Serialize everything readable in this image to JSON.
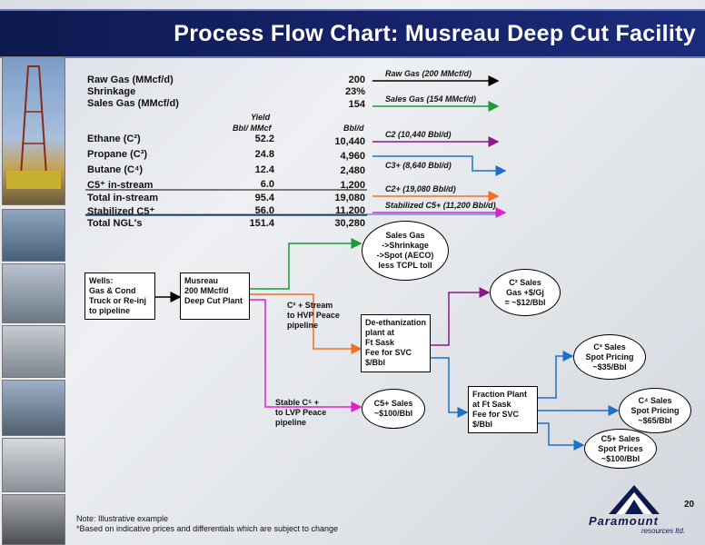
{
  "title": "Process Flow Chart: Musreau Deep Cut Facility",
  "gas_table": [
    {
      "label": "Raw Gas (MMcf/d)",
      "value": "200"
    },
    {
      "label": "Shrinkage",
      "value": "23%"
    },
    {
      "label": "Sales Gas  (MMcf/d)",
      "value": "154"
    }
  ],
  "liquids_header": {
    "yield": "Yield",
    "yield_units": "Bbl/ MMcf",
    "bbl": "Bbl/d"
  },
  "liquids": [
    {
      "label": "Ethane (C²)",
      "yield": "52.2",
      "bbl": "10,440"
    },
    {
      "label": "Propane (C³)",
      "yield": "24.8",
      "bbl": "4,960"
    },
    {
      "label": "Butane (C⁴)",
      "yield": "12.4",
      "bbl": "2,480"
    },
    {
      "label": "C5⁺ in-stream",
      "yield": "6.0",
      "bbl": "1,200"
    },
    {
      "label": "Total in-stream",
      "yield": "95.4",
      "bbl": "19,080"
    },
    {
      "label": "Stabilized C5⁺",
      "yield": "56.0",
      "bbl": "11,200"
    },
    {
      "label": "Total NGL's",
      "yield": "151.4",
      "bbl": "30,280"
    }
  ],
  "stream_arrows": {
    "raw_gas": "Raw Gas (200 MMcf/d)",
    "sales_gas": "Sales Gas (154 MMcf/d)",
    "c2": "C2 (10,440 Bbl/d)",
    "c3plus": "C3+ (8,640 Bbl/d)",
    "c2plus": "C2+ (19,080 Bbl/d)",
    "stab_c5": "Stabilized C5+ (11,200 Bbl/d)"
  },
  "colors": {
    "raw": "#000000",
    "sales": "#1a9a3a",
    "c2": "#8b1a8b",
    "c3plus": "#1f6fc8",
    "c2plus": "#f07020",
    "stab": "#e020d0",
    "title_bar": "#16236a"
  },
  "flow": {
    "wells": "Wells:\nGas & Cond\nTruck or Re-inj\nto pipeline",
    "musreau": "Musreau\n200 MMcf/d\nDeep Cut Plant",
    "sales_gas": "Sales Gas\n->Shrinkage\n->Spot (AECO)\nless TCPL toll",
    "c2_stream": "C² + Stream\nto HVP Peace\npipeline",
    "stable_c5": "Stable C⁵ +\nto LVP Peace\npipeline",
    "deeth": "De-ethanization\nplant at\nFt Sask\nFee for SVC\n$/Bbl",
    "c2_sales": "C² Sales\nGas +$/Gj\n= ~$12/Bbl",
    "c5_sales": "C5+ Sales\n~$100/Bbl",
    "fraction": "Fraction Plant\nat Ft Sask\nFee for SVC\n$/Bbl",
    "c3_sales": "C³ Sales\nSpot Pricing\n~$35/Bbl",
    "c4_sales": "C⁴ Sales\nSpot Pricing\n~$65/Bbl",
    "c5_spot": "C5+ Sales\nSpot Prices\n~$100/Bbl"
  },
  "notes": {
    "line1": "Note: Illustrative example",
    "line2": "*Based on indicative prices and differentials which are subject to change"
  },
  "page_number": "20",
  "logo": {
    "name": "Paramount",
    "sub": "resources ltd."
  }
}
